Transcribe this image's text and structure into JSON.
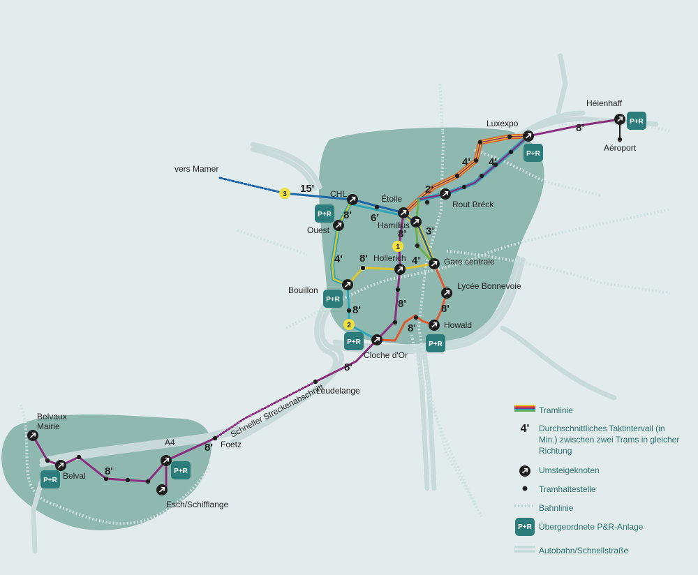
{
  "map": {
    "stations": {
      "heienhaff": "Héienhaff",
      "aeroport": "Aéroport",
      "luxexpo": "Luxexpo",
      "rout_breck": "Rout Bréck",
      "etoile": "Étoile",
      "hamilius": "Hamilius",
      "chl": "CHL",
      "ouest": "Ouest",
      "hollerich": "Hollerich",
      "gare_centrale": "Gare centrale",
      "lycee_bonnevoie": "Lycée Bonnevoie",
      "bouillon": "Bouillon",
      "howald": "Howald",
      "cloche_dor": "Cloche d'Or",
      "leudelange": "Leudelange",
      "belvaux_mairie_1": "Belvaux",
      "belvaux_mairie_2": "Mairie",
      "belval": "Belval",
      "a4": "A4",
      "foetz": "Foetz",
      "esch_schifflange": "Esch/Schifflange"
    },
    "vers_mamer": "vers Mamer",
    "fast_section": "Schneller Streckenabschnitt",
    "park_ride_label": "P+R",
    "circle_labels": [
      "1",
      "2",
      "3"
    ],
    "intervals": {
      "mamer": "15'",
      "aeroport": "8'",
      "luxexpo_a": "4'",
      "luxexpo_b": "4'",
      "kirchberg": "2'",
      "chl": "8'",
      "chl_etoile": "6'",
      "hamilius": "8'",
      "gare": "3'",
      "ouest": "4'",
      "hollerich_w": "8'",
      "hollerich_e": "4'",
      "bouillon": "8'",
      "hollerich_s": "8'",
      "howald": "8'",
      "lycee": "8'",
      "leudelange": "8'",
      "foetz": "8'",
      "belval": "8'"
    }
  },
  "legend": {
    "tramline": "Tramlinie",
    "interval_value": "4'",
    "interval_text": "Durchschnittliches Taktintervall (in Min.) zwischen zwei Trams in gleicher Richtung",
    "interchange": "Umsteigeknoten",
    "stop": "Tramhaltestelle",
    "rail": "Bahnlinie",
    "park_ride": "Übergeordnete P&R-Anlage",
    "motorway": "Autobahn/Schnellstraße"
  },
  "colors": {
    "background": "#e3ecec",
    "area": "#8fb8b0",
    "motorway": "#cdddde",
    "rail": "#cfe2e1",
    "park_ride": "#2b7c7a",
    "line_purple": "#8a2d7d",
    "line_orange": "#e05a2b",
    "line_yellow": "#e0c52b",
    "line_teal": "#2ea6b8",
    "line_blue": "#1b65a8",
    "line_green": "#6ab04c",
    "legend_text": "#2b6f6e"
  }
}
